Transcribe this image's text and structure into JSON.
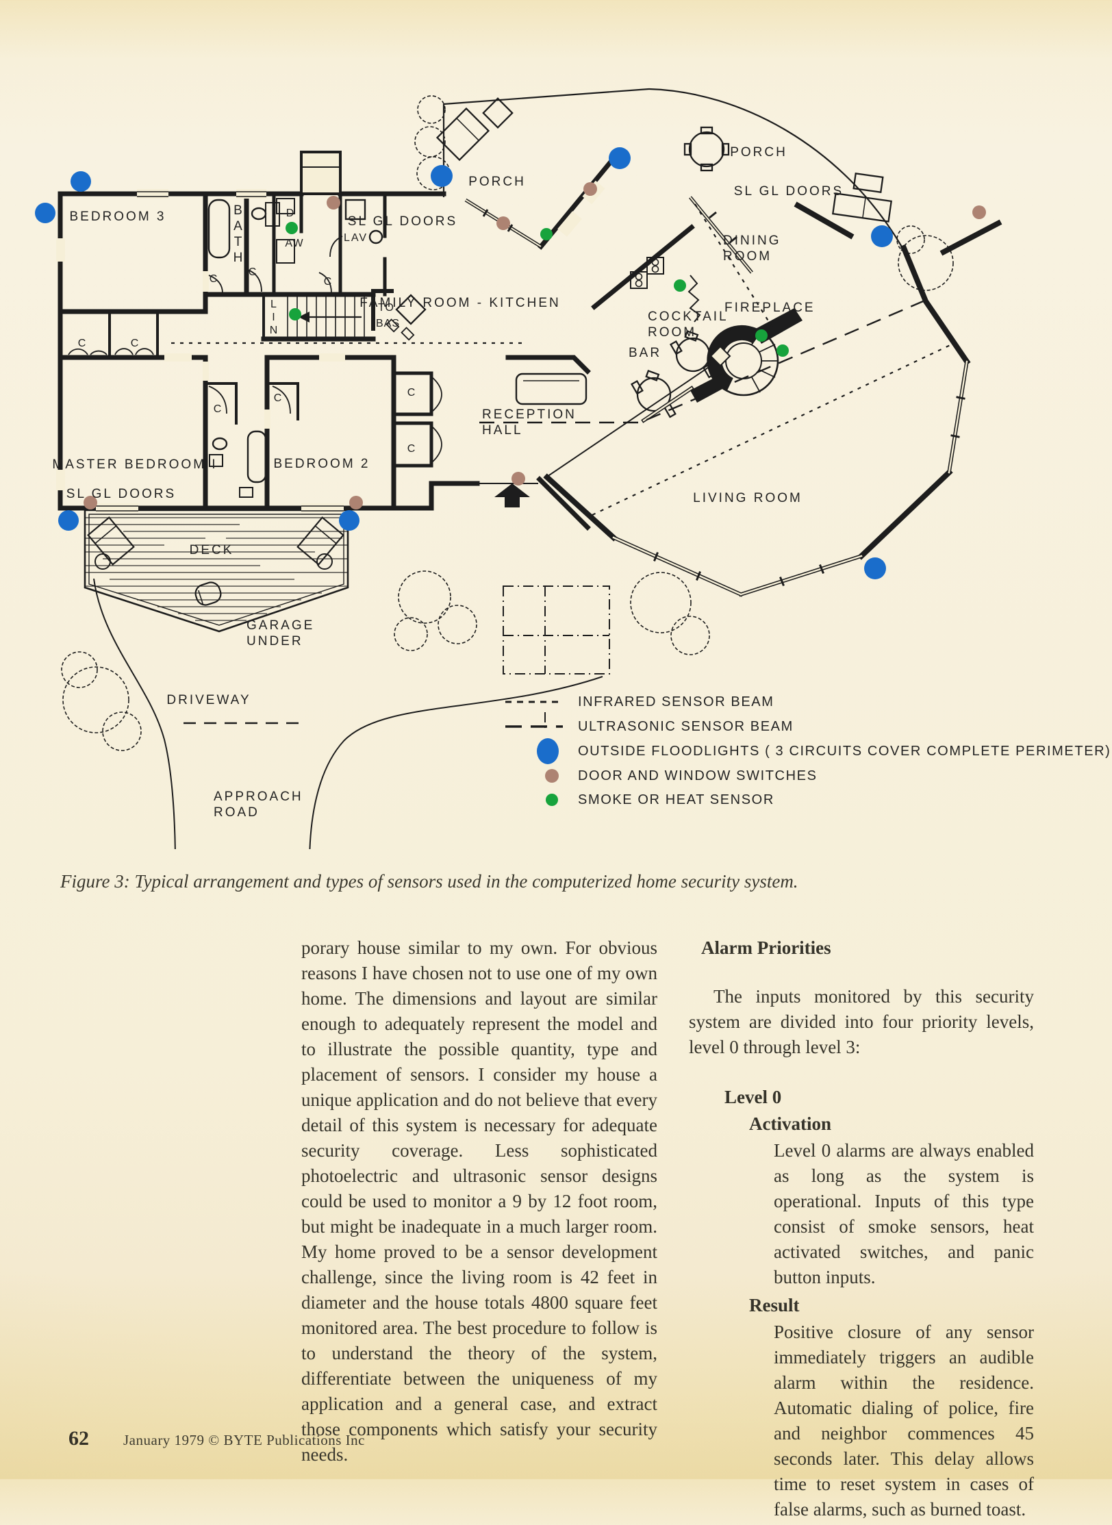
{
  "colors": {
    "paper": "#f6efd7",
    "ink": "#1d1d1d",
    "blue": "#1a6dcb",
    "brown": "#ad8372",
    "green": "#17a33c"
  },
  "figure": {
    "caption": "Figure 3: Typical arrangement and types of sensors used in the computerized home security system.",
    "rooms": {
      "bedroom3": "BEDROOM 3",
      "bath": "BATH",
      "closet": "C",
      "dryer": "D",
      "washer": "AW",
      "lav": "LAV",
      "linen": "LIN",
      "to": "TO",
      "bas": "BAS",
      "family_kitchen": "FAMILY ROOM - KITCHEN",
      "sl_gl_doors": "SL GL DOORS",
      "porch": "PORCH",
      "dining": "DINING\nROOM",
      "cocktail": "COCKTAIL\nROOM",
      "fireplace": "FIREPLACE",
      "bar": "BAR",
      "reception": "RECEPTION\nHALL",
      "living": "LIVING ROOM",
      "master": "MASTER BEDROOM I",
      "bedroom2": "BEDROOM 2",
      "deck": "DECK",
      "garage": "GARAGE\nUNDER",
      "driveway": "DRIVEWAY",
      "approach": "APPROACH\nROAD"
    },
    "legend": [
      {
        "id": "infrared",
        "label": "INFRARED SENSOR BEAM"
      },
      {
        "id": "ultrasonic",
        "label": "ULTRASONIC SENSOR BEAM"
      },
      {
        "id": "floodlights",
        "label": "OUTSIDE FLOODLIGHTS ( 3 CIRCUITS COVER COMPLETE PERIMETER)"
      },
      {
        "id": "switches",
        "label": "DOOR AND WINDOW SWITCHES"
      },
      {
        "id": "smoke",
        "label": "SMOKE OR HEAT SENSOR"
      }
    ]
  },
  "article": {
    "col1": "porary house similar to my own. For obvious reasons I have chosen not to use one of my own home. The dimensions and layout are similar enough to adequately represent the model and to illustrate the possible quantity, type and placement of sensors. I consider my house a unique application and do not believe that every detail of this system is necessary for adequate security coverage. Less sophisticated photoelectric and ultrasonic sensor designs could be used to monitor a 9 by 12 foot room, but might be inadequate in a much larger room. My home proved to be a sensor development challenge, since the living room is 42 feet in diameter and the house totals 4800 square feet monitored area. The best procedure to follow is to understand the theory of the system, differentiate between the uniqueness of my application and a general case, and extract those components which satisfy your security needs.",
    "col2": {
      "heading": "Alarm Priorities",
      "intro": "The inputs monitored by this security system are divided into four priority levels, level 0 through level 3:",
      "level0_title": "Level 0",
      "activation_title": "Activation",
      "activation_body": "Level 0 alarms are always enabled as long as the system is operational. Inputs of this type consist of smoke sensors, heat activated switches, and panic button inputs.",
      "result_title": "Result",
      "result_body": "Positive closure of any sensor immediately triggers an audible alarm within the residence. Automatic dialing of police, fire and neighbor commences 45 seconds later. This delay allows time to reset system in cases of false alarms, such as burned toast."
    }
  },
  "footer": {
    "page_number": "62",
    "credit": "January 1979 © BYTE Publications Inc"
  }
}
